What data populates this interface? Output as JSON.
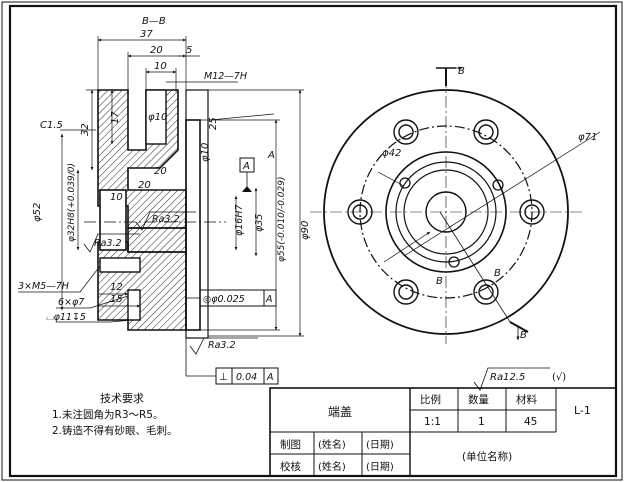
{
  "drawing": {
    "section_label": "B—B",
    "view_arrow_letter": "B",
    "datum_letter": "A",
    "symmetry_mark": "A",
    "dims": {
      "d37": "37",
      "d20": "20",
      "d5": "5",
      "d10": "10",
      "thread_m12": "M12—7H",
      "d17": "17",
      "d32": "32",
      "chamfer": "C1.5",
      "phi10_a": "φ10",
      "phi10_b": "φ10",
      "d25": "25",
      "d20b": "20",
      "d10b": "10",
      "phi52": "φ52",
      "phi32": "φ32H8(+0.039/0)",
      "d20c": "20",
      "phi16": "φ16H7",
      "phi35": "φ35",
      "phi55": "φ55(-0.010/-0.029)",
      "phi90": "φ90",
      "ra_a": "Ra3.2",
      "ra_b": "Ra3.2",
      "ra_c": "Ra3.2",
      "d12": "12",
      "d15": "15",
      "thread_m5": "3×M5—7H",
      "holes": "6×φ7",
      "cbore": "⌴φ11↧5",
      "coax_tol": "◎φ0.025",
      "coax_datum": "A",
      "perp_sym": "⊥",
      "perp_tol": "0.04",
      "perp_datum": "A",
      "phi71": "φ71",
      "phi42": "φ42",
      "ra_general": "Ra12.5",
      "ra_general_rest": "(√)"
    }
  },
  "notes": {
    "title": "技术要求",
    "line1": "1.未注圆角为R3～R5。",
    "line2": "2.铸造不得有砂眼、毛刺。"
  },
  "title_block": {
    "part_name": "端盖",
    "scale_label": "比例",
    "qty_label": "数量",
    "material_label": "材料",
    "scale": "1:1",
    "qty": "1",
    "material": "45",
    "drawing_no": "L-1",
    "drawn_label": "制图",
    "checked_label": "校核",
    "name_ph1": "(姓名)",
    "name_ph2": "(姓名)",
    "date_ph1": "(日期)",
    "date_ph2": "(日期)",
    "unit_name": "(单位名称)"
  },
  "colors": {
    "ink": "#111111",
    "paper": "#ffffff"
  }
}
